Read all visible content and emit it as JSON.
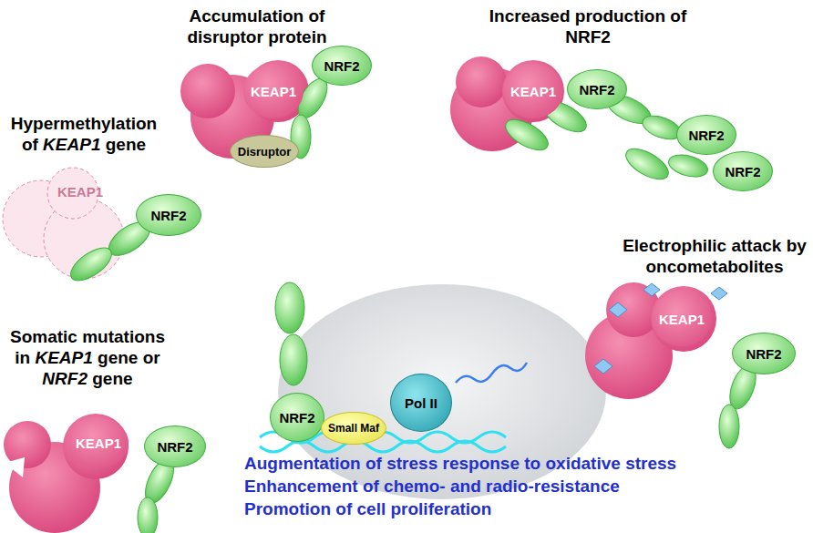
{
  "diagram": {
    "nodes": [
      {
        "text": [
          "KEAP1"
        ]
      },
      {
        "text": [
          "NRF2"
        ]
      },
      {
        "text": [
          "Disruptor"
        ]
      },
      {
        "text": [
          "KEAP1"
        ]
      },
      {
        "text": [
          "NRF2"
        ]
      },
      {
        "text": [
          "NRF2"
        ]
      },
      {
        "text": [
          "NRF2"
        ]
      },
      {
        "text": [
          "KEAP1"
        ]
      },
      {
        "text": [
          "NRF2"
        ]
      },
      {
        "text": [
          "KEAP1"
        ]
      },
      {
        "text": [
          "NRF2"
        ]
      },
      {
        "text": [
          "KEAP1"
        ]
      },
      {
        "text": [
          "NRF2"
        ]
      },
      {
        "text": [
          "NRF2"
        ]
      },
      {
        "text": [
          "Small Maf"
        ]
      },
      {
        "text": [
          "Pol II"
        ]
      }
    ],
    "labels": [
      "Accumulation of disruptor protein",
      "Increased production of NRF2",
      "Hypermethylation of KEAP1 gene",
      "Electrophilic attack by oncometabolites",
      "Somatic mutations in KEAP1 gene or NRF2 gene",
      "Augmentation of stress response to oxidative stress",
      "Enhancement of chemo- and radio-resistance",
      "Promotion of cell proliferation"
    ]
  }
}
